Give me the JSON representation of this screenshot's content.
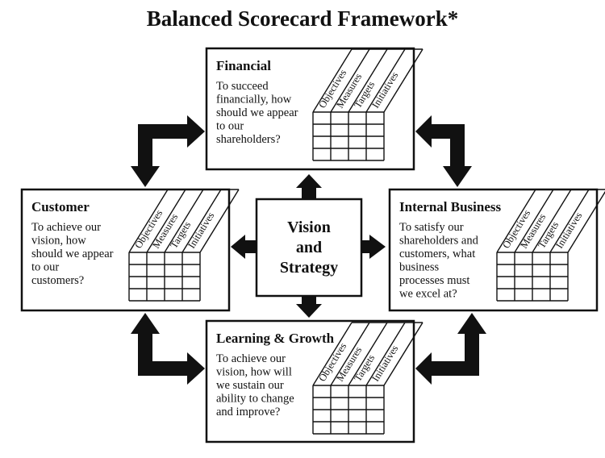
{
  "title": "Balanced Scorecard Framework*",
  "center": {
    "lines": [
      "Vision",
      "and",
      "Strategy"
    ]
  },
  "column_headers": [
    "Objectives",
    "Measures",
    "Targets",
    "Initiatives"
  ],
  "perspectives": [
    {
      "id": "financial",
      "heading": "Financial",
      "question": [
        "To succeed",
        "financially, how",
        "should we appear",
        "to our",
        "shareholders?"
      ]
    },
    {
      "id": "customer",
      "heading": "Customer",
      "question": [
        "To achieve our",
        "vision, how",
        "should we appear",
        "to our",
        "customers?"
      ]
    },
    {
      "id": "internal",
      "heading": "Internal Business",
      "question": [
        "To satisfy our",
        "shareholders and",
        "customers, what",
        "business",
        "processes must",
        "we excel at?"
      ]
    },
    {
      "id": "learning",
      "heading": "Learning & Growth",
      "question": [
        "To achieve our",
        "vision, how will",
        "we sustain our",
        "ability to change",
        "and improve?"
      ]
    }
  ],
  "colors": {
    "stroke": "#111111",
    "arrow": "#111111",
    "background": "#ffffff"
  }
}
